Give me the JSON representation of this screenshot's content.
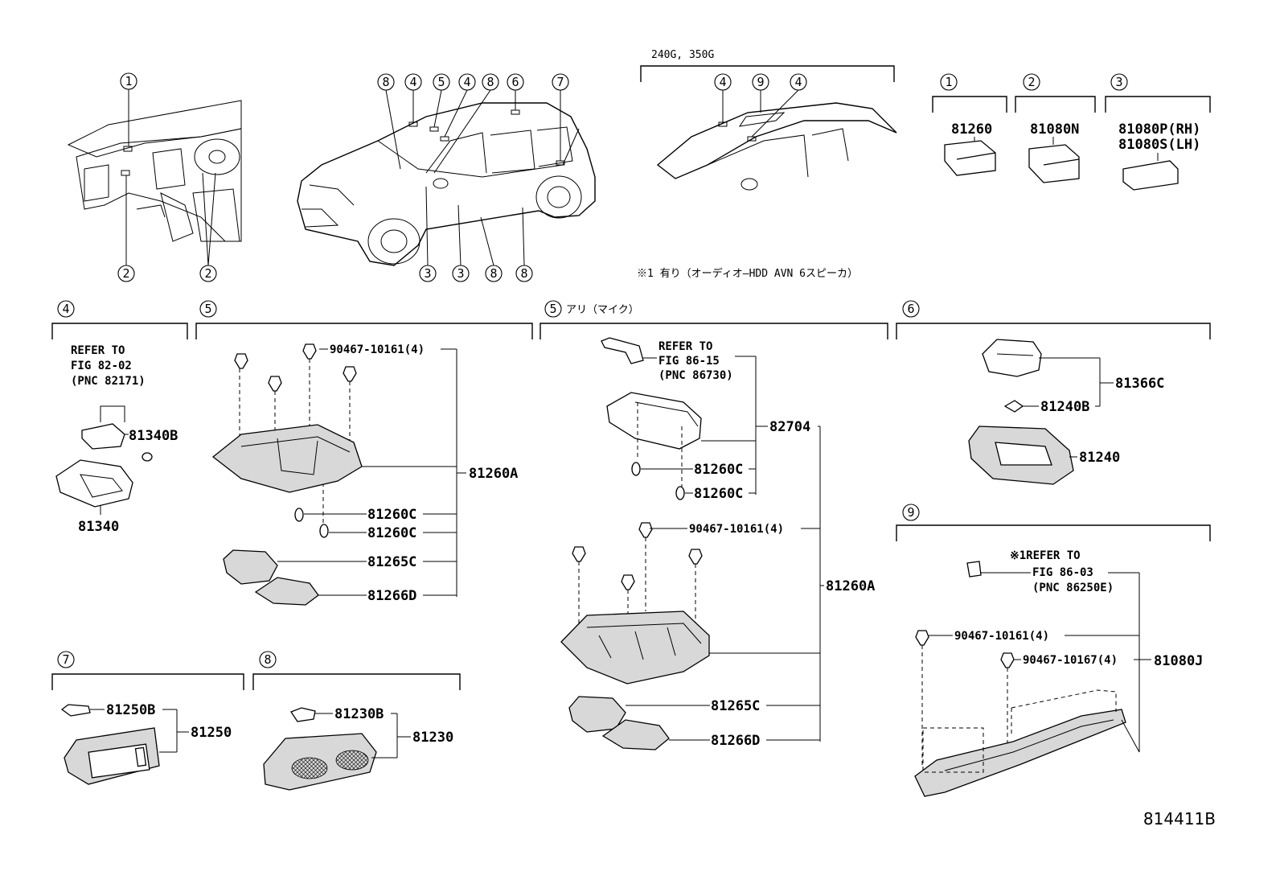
{
  "header": {
    "variant_label": "240G, 350G",
    "footnote": "※1 有り（オーディオ—HDD AVN 6スピーカ）",
    "diagram_id": "814411B"
  },
  "callouts": {
    "c1": "1",
    "c2": "2",
    "c3": "3",
    "c4": "4",
    "c5": "5",
    "c6": "6",
    "c7": "7",
    "c8": "8",
    "c9": "9"
  },
  "sections": {
    "s5_alt_label": "アリ（マイク）"
  },
  "top_parts": {
    "p1": "81260",
    "p2": "81080N",
    "p3a": "81080P(RH)",
    "p3b": "81080S(LH)"
  },
  "section4": {
    "refer_line1": "REFER TO",
    "refer_line2": "FIG 82-02",
    "refer_line3": "(PNC 82171)",
    "bulb": "81340B",
    "lamp": "81340"
  },
  "section5": {
    "screw": "90467-10161(4)",
    "assy": "81260A",
    "bulb1": "81260C",
    "bulb2": "81260C",
    "lens1": "81265C",
    "lens2": "81266D"
  },
  "section5b": {
    "refer_line1": "REFER TO",
    "refer_line2": "FIG 86-15",
    "refer_line3": "(PNC 86730)",
    "mic_unit": "82704",
    "bulb1": "81260C",
    "bulb2": "81260C",
    "screw": "90467-10161(4)",
    "assy": "81260A",
    "lens1": "81265C",
    "lens2": "81266D"
  },
  "section6": {
    "assy": "81366C",
    "bulb": "81240B",
    "lamp": "81240"
  },
  "section7": {
    "bulb": "81250B",
    "lamp": "81250"
  },
  "section8": {
    "bulb": "81230B",
    "lamp": "81230"
  },
  "section9": {
    "refer_line1": "※1REFER TO",
    "refer_line2": "FIG 86-03",
    "refer_line3": "(PNC 86250E)",
    "screw1": "90467-10161(4)",
    "screw2": "90467-10167(4)",
    "assy": "81080J"
  }
}
